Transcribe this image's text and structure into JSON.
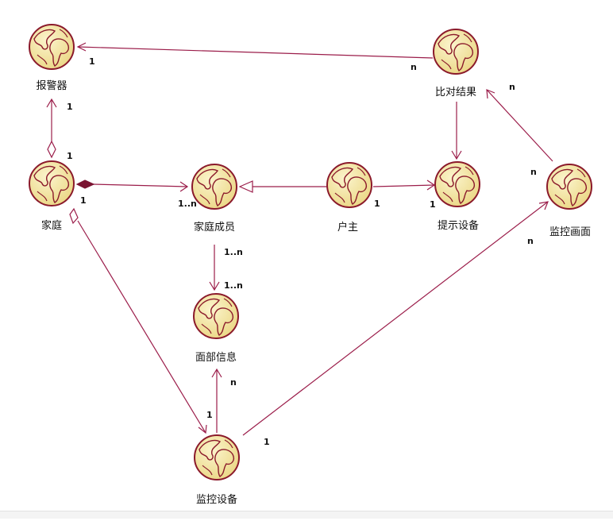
{
  "diagram": {
    "nodes": {
      "alarm": {
        "label": "报警器"
      },
      "compare": {
        "label": "比对结果"
      },
      "home": {
        "label": "家庭"
      },
      "member": {
        "label": "家庭成员"
      },
      "owner": {
        "label": "户主"
      },
      "prompt": {
        "label": "提示设备"
      },
      "screen": {
        "label": "监控画面"
      },
      "face": {
        "label": "面部信息"
      },
      "monitor": {
        "label": "监控设备"
      }
    },
    "multiplicities": {
      "compare_alarm_src": "n",
      "compare_alarm_dst": "1",
      "home_alarm_top": "1",
      "home_alarm_bottom": "1",
      "home_member_src": "1",
      "home_member_dst": "1..n",
      "owner_prompt_src": "1",
      "owner_prompt_dst": "1",
      "member_face_src": "1..n",
      "member_face_dst": "1..n",
      "monitor_face_src": "1",
      "monitor_face_dst": "n",
      "monitor_screen_src": "1",
      "monitor_screen_dst": "n",
      "screen_compare_src": "n",
      "screen_compare_dst": "n"
    },
    "colors": {
      "edge": "#9b1d4a",
      "globe_fill": "#f3e6a0",
      "globe_stroke": "#8b1a2b"
    }
  }
}
